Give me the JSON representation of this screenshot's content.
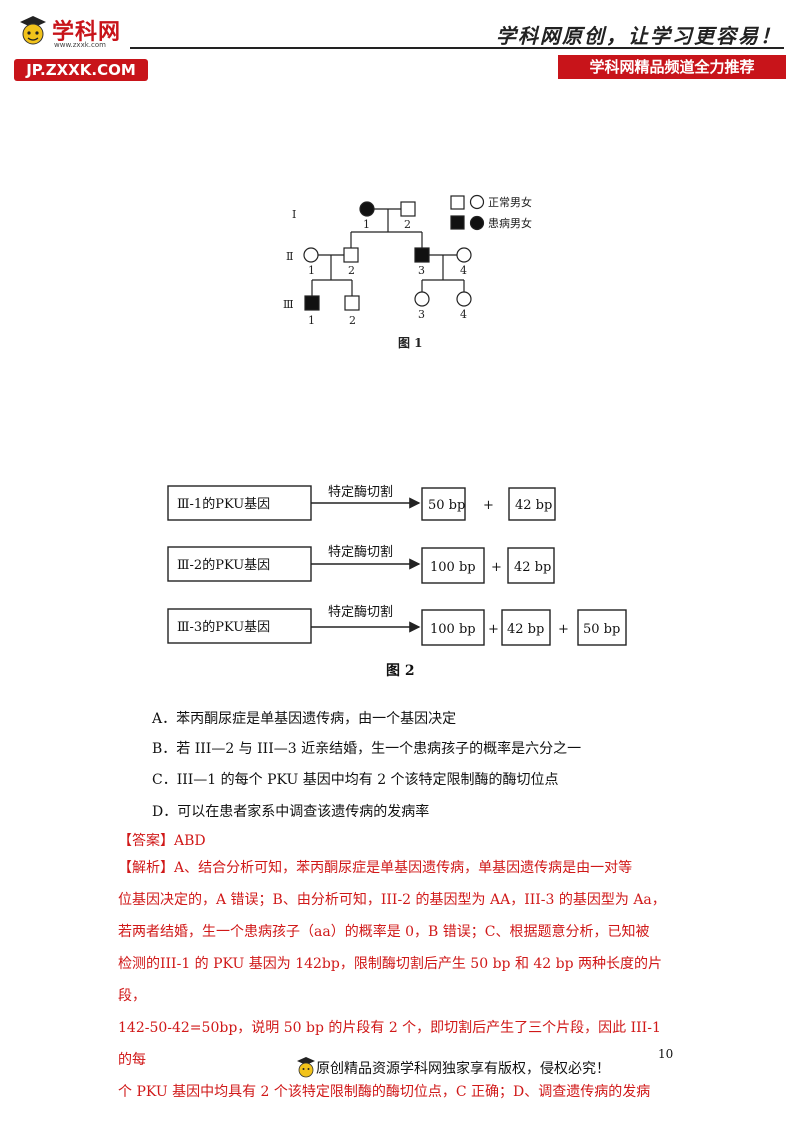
{
  "header": {
    "logo_name": "学科网",
    "logo_url": "www.zxxk.com",
    "site_badge": "JP.ZXXK.COM",
    "slogan": "学科网原创，让学习更容易！",
    "tagline": "学科网精品频道全力推荐"
  },
  "figure1": {
    "gen_I": "I",
    "gen_II": "Ⅱ",
    "gen_III": "Ⅲ",
    "n1": "1",
    "n2": "2",
    "n3": "3",
    "n4": "4",
    "legend_normal": "正常男女",
    "legend_affected": "患病男女",
    "caption": "图 1"
  },
  "figure2": {
    "rows": [
      {
        "source": "Ⅲ-1的PKU基因",
        "arrow": "特定酶切割",
        "frags": [
          "50 bp",
          "42 bp"
        ]
      },
      {
        "source": "Ⅲ-2的PKU基因",
        "arrow": "特定酶切割",
        "frags": [
          "100 bp",
          "42 bp"
        ]
      },
      {
        "source": "Ⅲ-3的PKU基因",
        "arrow": "特定酶切割",
        "frags": [
          "100 bp",
          "42 bp",
          "50 bp"
        ]
      }
    ],
    "plus": "+",
    "caption": "图 2"
  },
  "options": {
    "A": "A．苯丙酮尿症是单基因遗传病，由一个基因决定",
    "B": "B．若 III—2 与 III—3 近亲结婚，生一个患病孩子的概率是六分之一",
    "C": "C．III—1 的每个 PKU 基因中均有 2 个该特定限制酶的酶切位点",
    "D": "D．可以在患者家系中调查该遗传病的发病率"
  },
  "answer": {
    "label": "【答案】",
    "value": "ABD"
  },
  "analysis": {
    "label": "【解析】",
    "lines": [
      "A、结合分析可知，苯丙酮尿症是单基因遗传病，单基因遗传病是由一对等",
      "位基因决定的，A 错误；B、由分析可知，III-2 的基因型为 AA，III-3 的基因型为 Aa，",
      "若两者结婚，生一个患病孩子（aa）的概率是 0，B 错误；C、根据题意分析，已知被",
      "检测的III-1 的 PKU 基因为 142bp，限制酶切割后产生 50 bp 和 42 bp 两种长度的片段，",
      "142-50-42=50bp，说明 50 bp 的片段有 2 个，即切割后产生了三个片段，因此 III-1 的每",
      "个 PKU 基因中均具有 2 个该特定限制酶的酶切位点，C 正确；D、调查遗传病的发病"
    ]
  },
  "page_number": "10",
  "footer": "原创精品资源学科网独家享有版权，侵权必究！"
}
